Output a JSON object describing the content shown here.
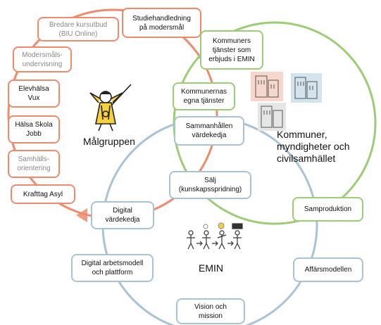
{
  "colors": {
    "malgruppen_ring": "#f08a6c",
    "kommuner_ring": "#9ccc76",
    "emin_ring": "#a9c3d6",
    "muted_text": "#8a8a8a"
  },
  "circles": {
    "malgruppen": "Målgruppen",
    "kommuner": "Kommuner,\nmyndigheter och\ncivilsamhället",
    "emin": "EMIN"
  },
  "malgruppen_boxes": [
    "Studiehandledning\npå modersmål",
    "Bredare kursutbud\n(BIU Online)",
    "Modersmåls-\nundervisning",
    "Elevhälsa\nVux",
    "Hälsa Skola\nJobb",
    "Samhälls-\norientering",
    "Krafttag Asyl"
  ],
  "kommuner_boxes": [
    "Kommuners\ntjänster som\nerbjuds i EMIN",
    "Kommunernas\negna tjänster",
    "Samproduktion"
  ],
  "emin_boxes": [
    "Sammanhållen\nvärdekedja",
    "Sälj\n(kunskapsspridning)",
    "Digital\nvärdekedja",
    "Digital arbetsmodell\noch plattform",
    "Affärsmodellen",
    "Vision och\nmission"
  ],
  "icons": [
    "angel-figure-icon",
    "buildings-icon",
    "people-progress-icon",
    "arrow-left-icon"
  ]
}
